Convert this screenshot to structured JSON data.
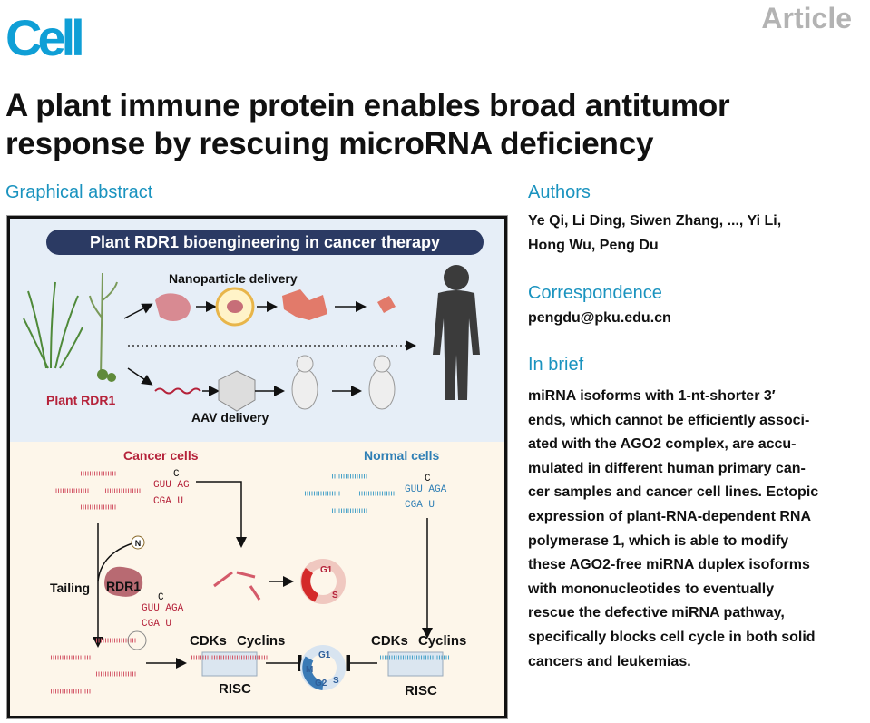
{
  "journal": "Cell",
  "article_type": "Article",
  "title_lines": [
    "A plant immune protein enables broad antitumor",
    "response by rescuing microRNA deficiency"
  ],
  "graphical_abstract": {
    "heading": "Graphical abstract",
    "banner": "Plant RDR1 bioengineering in cancer therapy",
    "nanoparticle": "Nanoparticle delivery",
    "aav": "AAV delivery",
    "plant_label": "Plant RDR1",
    "cancer_cells": "Cancer cells",
    "normal_cells": "Normal cells",
    "tailing": "Tailing",
    "rdr1": "RDR1",
    "n": "N",
    "seq_c": "C",
    "seq_top_cancer": "GUU  AG",
    "seq_bot": "CGA  U",
    "seq_top_mod": "GUU  AGA",
    "cdks": "CDKs",
    "cyclins": "Cyclins",
    "risc": "RISC",
    "g1": "G1",
    "g2": "G2",
    "s": "S",
    "m": "M",
    "colors": {
      "cancer": "#b5223a",
      "normal": "#2f7fb5",
      "banner": "#2b3a63",
      "top_bg": "#e6eef7",
      "bottom_bg": "#fdf6ea"
    }
  },
  "authors": {
    "heading": "Authors",
    "lines": [
      "Ye Qi, Li Ding, Siwen Zhang, ..., Yi Li,",
      "Hong Wu, Peng Du"
    ]
  },
  "correspondence": {
    "heading": "Correspondence",
    "email": "pengdu@pku.edu.cn"
  },
  "in_brief": {
    "heading": "In brief",
    "lines": [
      "miRNA isoforms with 1-nt-shorter 3′",
      "ends, which cannot be efficiently associ-",
      "ated with the AGO2 complex, are accu-",
      "mulated in different human primary can-",
      "cer samples and cancer cell lines. Ectopic",
      "expression of plant-RNA-dependent RNA",
      "polymerase 1, which is able to modify",
      "these AGO2-free miRNA duplex isoforms",
      "with mononucleotides to eventually",
      "rescue the defective miRNA pathway,",
      "specifically blocks cell cycle in both solid",
      "cancers and leukemias."
    ]
  }
}
